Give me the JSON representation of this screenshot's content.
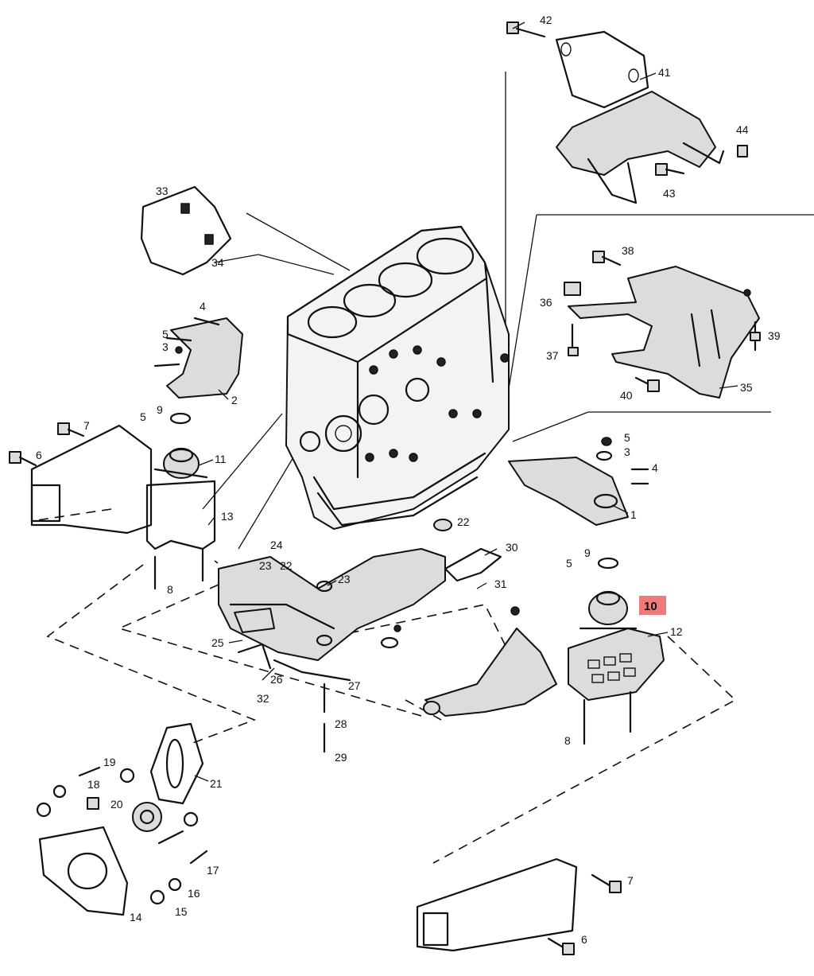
{
  "labels": {
    "l1": "1",
    "l2": "2",
    "l3a": "3",
    "l3b": "3",
    "l4a": "4",
    "l4b": "4",
    "l5a": "5",
    "l5b": "5",
    "l5c": "5",
    "l6a": "6",
    "l6b": "6",
    "l7a": "7",
    "l7b": "7",
    "l8a": "8",
    "l8b": "8",
    "l9a": "9",
    "l9b": "9",
    "l10": "10",
    "l11": "11",
    "l12": "12",
    "l13": "13",
    "l14": "14",
    "l15": "15",
    "l16": "16",
    "l17": "17",
    "l18": "18",
    "l19": "19",
    "l20": "20",
    "l21": "21",
    "l22a": "22",
    "l22b": "22",
    "l23a": "23",
    "l23b": "23",
    "l24": "24",
    "l25": "25",
    "l26": "26",
    "l27": "27",
    "l28": "28",
    "l29": "29",
    "l30": "30",
    "l31": "31",
    "l32": "32",
    "l33": "33",
    "l34": "34",
    "l35": "35",
    "l36": "36",
    "l37": "37",
    "l38": "38",
    "l39": "39",
    "l40": "40",
    "l41": "41",
    "l42": "42",
    "l43": "43",
    "l44": "44"
  },
  "highlight": {
    "color": "#f07a7a"
  }
}
